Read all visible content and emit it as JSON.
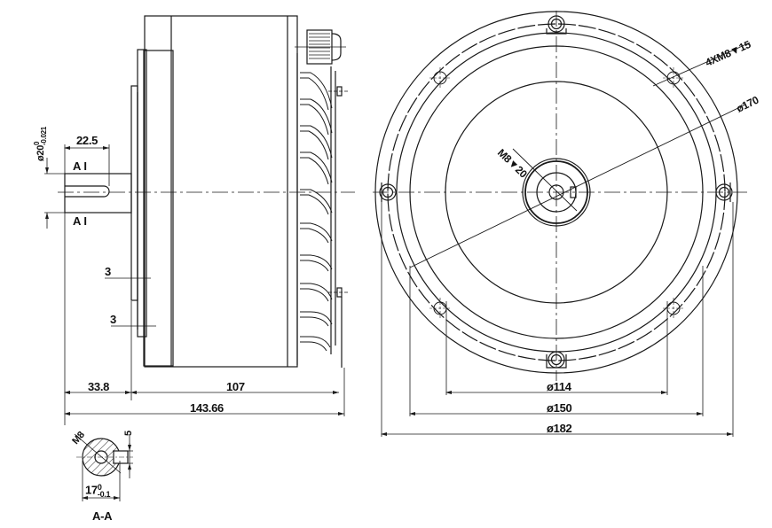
{
  "drawing": {
    "type": "motor-technical-drawing",
    "views": [
      "side-view",
      "front-view",
      "section-a-a"
    ],
    "stroke_color": "#1a1a1a",
    "background": "#ffffff"
  },
  "side_view": {
    "shaft_diameter_label": "ø20-0.021",
    "shaft_tolerance_upper": "0",
    "shaft_diameter_main": "ø20",
    "shaft_tolerance_lower": "-0.021",
    "keyway_length": "22.5",
    "section_mark_top": "A",
    "section_mark_bottom": "A",
    "flange_step_1": "3",
    "flange_step_2": "3",
    "shaft_length": "33.8",
    "body_length": "107",
    "overall_length": "143.66"
  },
  "front_view": {
    "mount_holes": "4XM8▼15",
    "bolt_circle": "ø170",
    "center_thread": "M8▼20",
    "dia_114": "ø114",
    "dia_150": "ø150",
    "dia_182": "ø182"
  },
  "section": {
    "thread": "M8",
    "key_width": "5",
    "diameter_main": "17",
    "tolerance_upper": "0",
    "tolerance_lower": "-0.1",
    "title": "A-A"
  }
}
